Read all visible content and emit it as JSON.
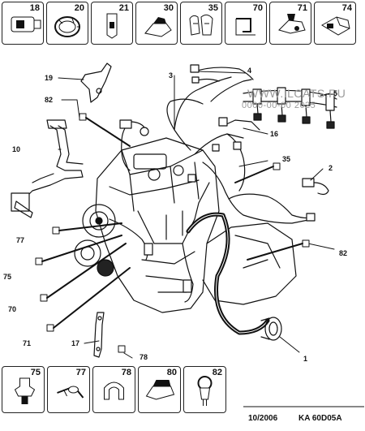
{
  "top_tiles": [
    {
      "number": "18",
      "icon": "connector-plug-icon"
    },
    {
      "number": "20",
      "icon": "cable-ring-icon"
    },
    {
      "number": "21",
      "icon": "bracket-clip-icon"
    },
    {
      "number": "30",
      "icon": "push-clip-icon"
    },
    {
      "number": "35",
      "icon": "double-clip-icon"
    },
    {
      "number": "70",
      "icon": "cable-holder-icon"
    },
    {
      "number": "71",
      "icon": "fir-tree-clip-icon"
    },
    {
      "number": "74",
      "icon": "tie-clip-icon"
    }
  ],
  "bottom_tiles": [
    {
      "number": "75",
      "icon": "stud-clip-icon"
    },
    {
      "number": "77",
      "icon": "strap-clip-icon"
    },
    {
      "number": "78",
      "icon": "saddle-clip-icon"
    },
    {
      "number": "80",
      "icon": "edge-clip-icon"
    },
    {
      "number": "82",
      "icon": "cable-tie-icon"
    }
  ],
  "callouts": {
    "c1": "1",
    "c2": "2",
    "c3": "3",
    "c4": "4",
    "c5": "5",
    "c10": "10",
    "c16": "16",
    "c17": "17",
    "c19": "19",
    "c35": "35",
    "c70": "70",
    "c71": "71",
    "c75": "75",
    "c77": "77",
    "c78": "78",
    "c82a": "82",
    "c82b": "82"
  },
  "watermark": {
    "line1": "WWW.ILCATS.RU",
    "line2": "0000-00-00 2025"
  },
  "footer": {
    "date": "10/2006",
    "code": "KA 60D05A"
  }
}
